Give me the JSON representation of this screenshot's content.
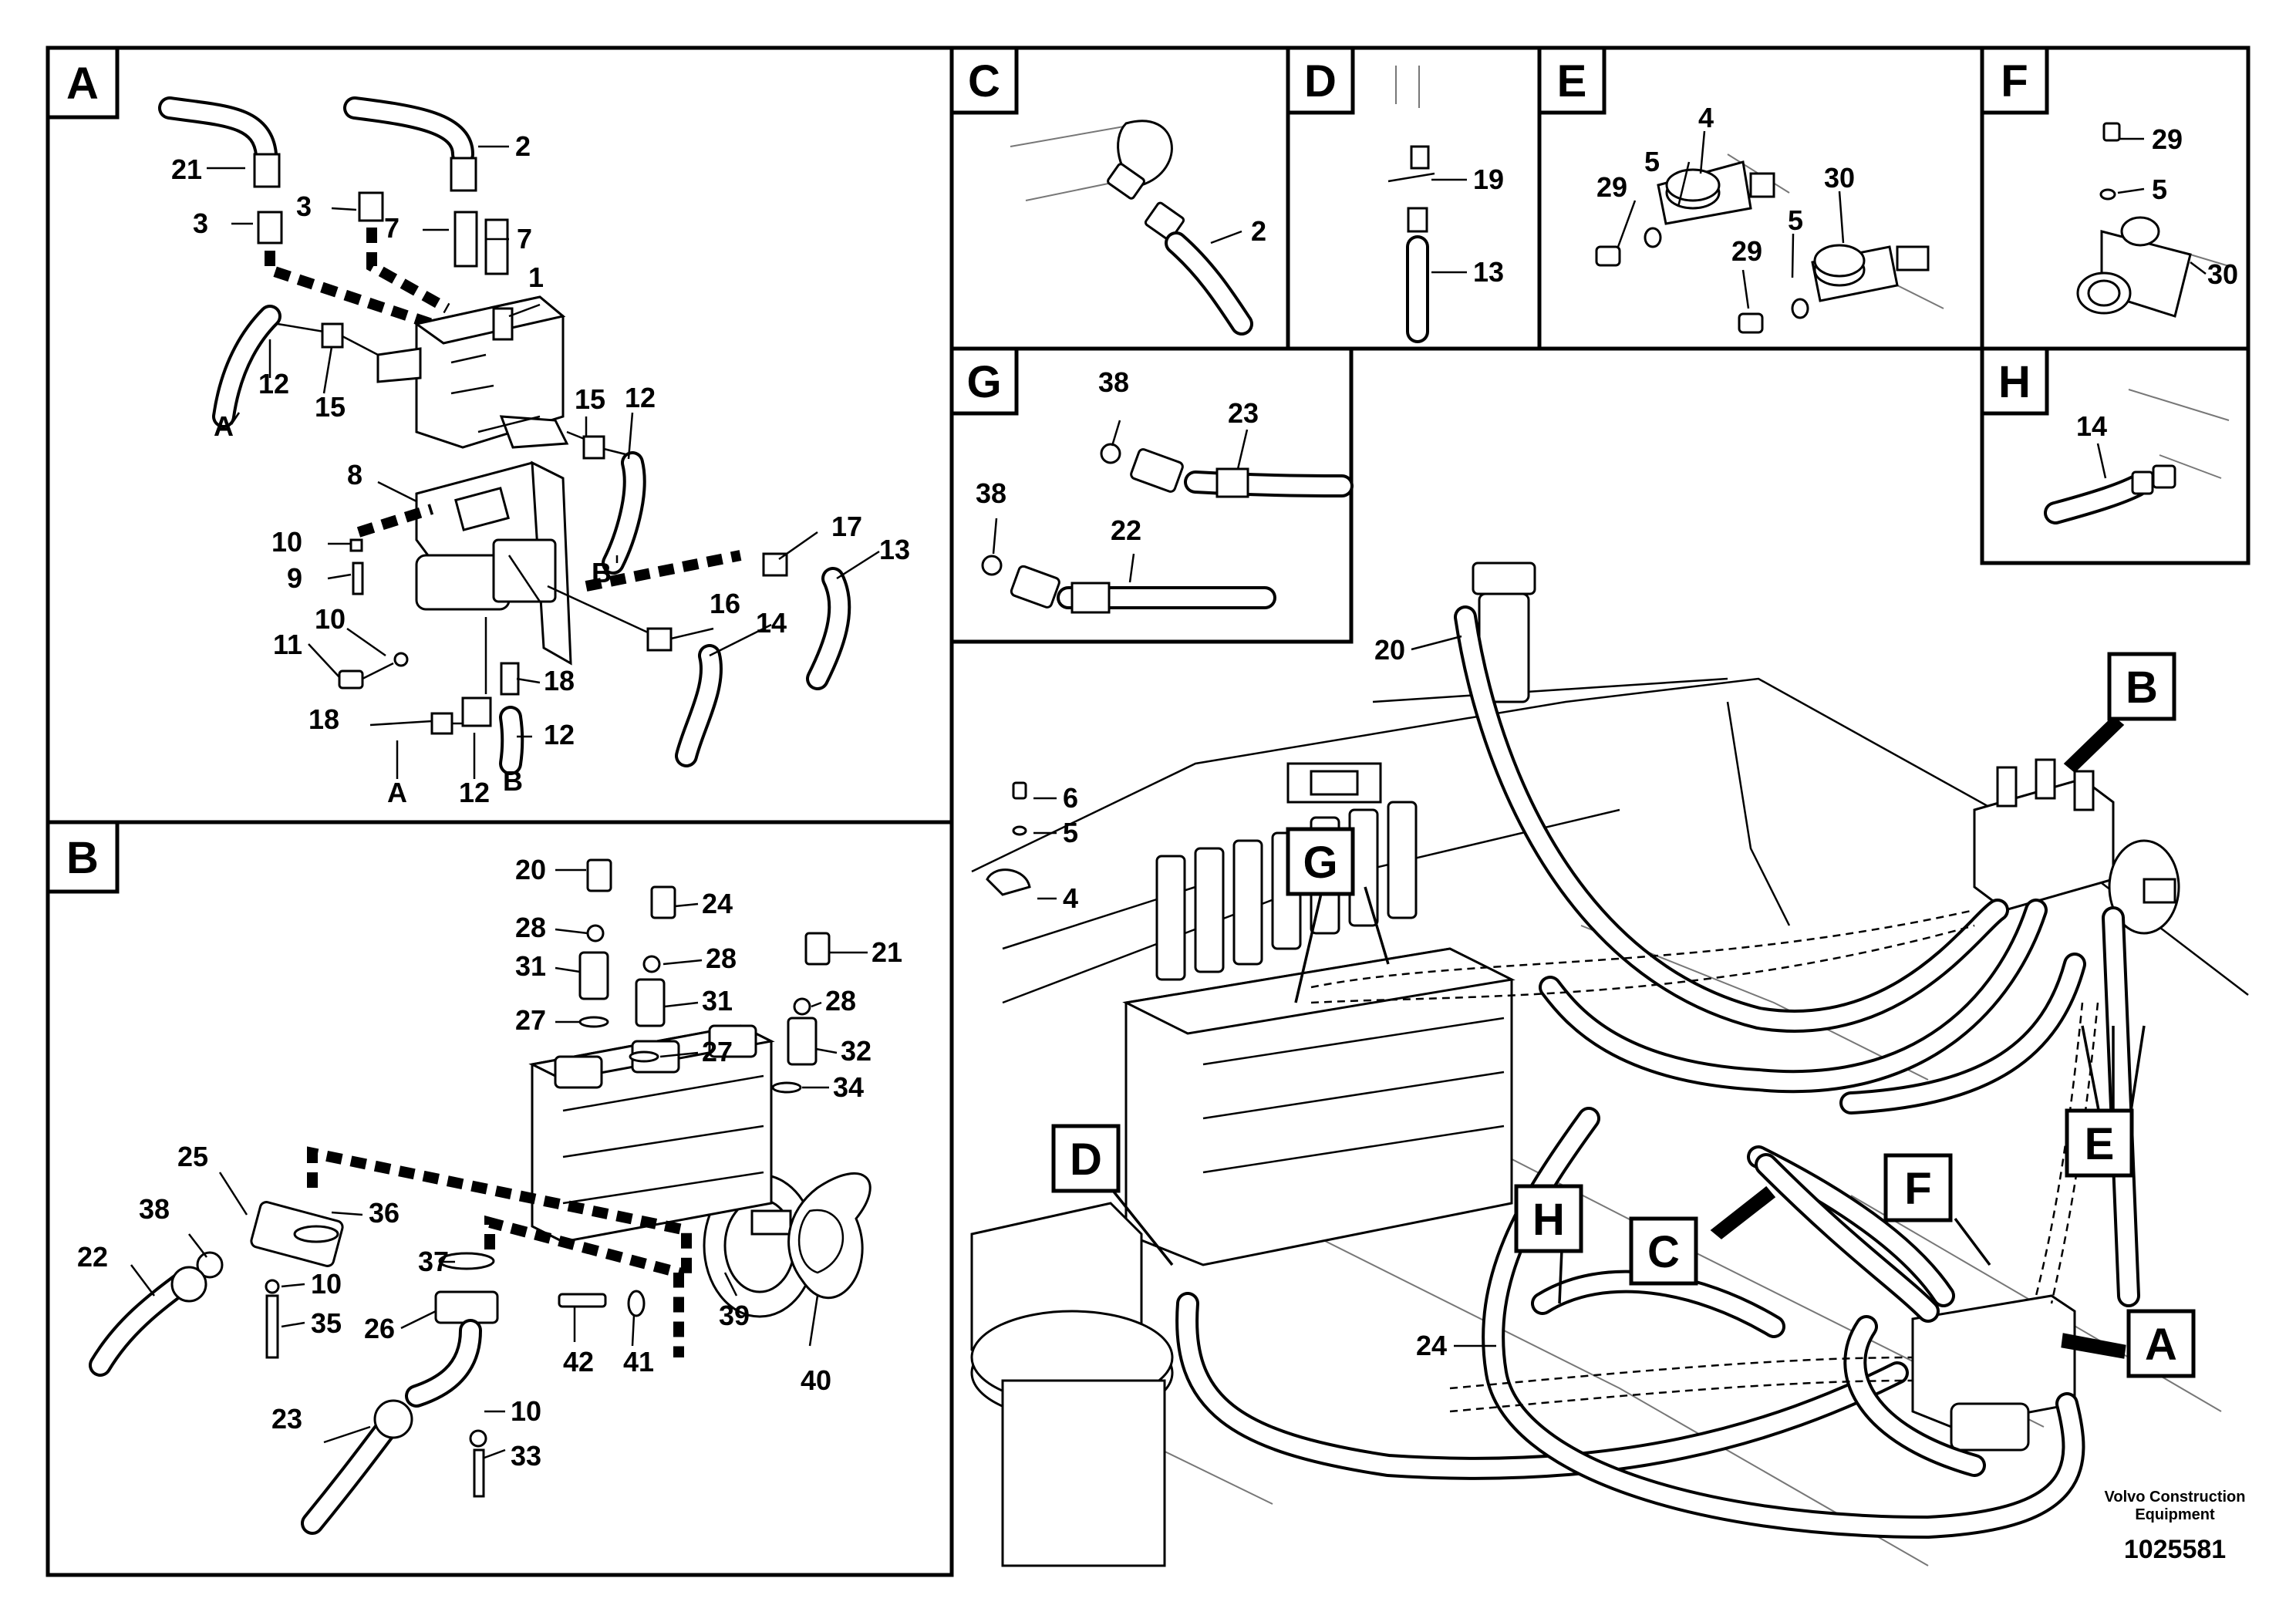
{
  "panels": {
    "A": {
      "letter": "A",
      "callouts": [
        "21",
        "2",
        "3",
        "3",
        "7",
        "7",
        "1",
        "12",
        "15",
        "15",
        "12",
        "A",
        "8",
        "B",
        "10",
        "9",
        "17",
        "13",
        "10",
        "16",
        "14",
        "11",
        "18",
        "A",
        "12",
        "12",
        "18",
        "B"
      ]
    },
    "B": {
      "letter": "B",
      "callouts": [
        "20",
        "24",
        "28",
        "28",
        "21",
        "31",
        "31",
        "28",
        "27",
        "27",
        "32",
        "34",
        "25",
        "36",
        "38",
        "22",
        "10",
        "37",
        "35",
        "26",
        "42",
        "41",
        "39",
        "40",
        "23",
        "10",
        "33"
      ]
    },
    "C": {
      "letter": "C",
      "callouts": [
        "2"
      ]
    },
    "D": {
      "letter": "D",
      "callouts": [
        "19",
        "13"
      ]
    },
    "E": {
      "letter": "E",
      "callouts": [
        "4",
        "5",
        "29",
        "30",
        "5",
        "29"
      ]
    },
    "F": {
      "letter": "F",
      "callouts": [
        "29",
        "5",
        "30"
      ]
    },
    "G": {
      "letter": "G",
      "callouts": [
        "38",
        "23",
        "38",
        "22"
      ]
    },
    "H": {
      "letter": "H",
      "callouts": [
        "14"
      ]
    },
    "main": {
      "callouts": [
        "20",
        "6",
        "5",
        "4",
        "24"
      ],
      "view_markers": [
        "B",
        "G",
        "D",
        "H",
        "C",
        "F",
        "E",
        "A"
      ]
    }
  },
  "footer": {
    "brand_line1": "Volvo Construction",
    "brand_line2": "Equipment",
    "drawing_number": "1025581"
  }
}
